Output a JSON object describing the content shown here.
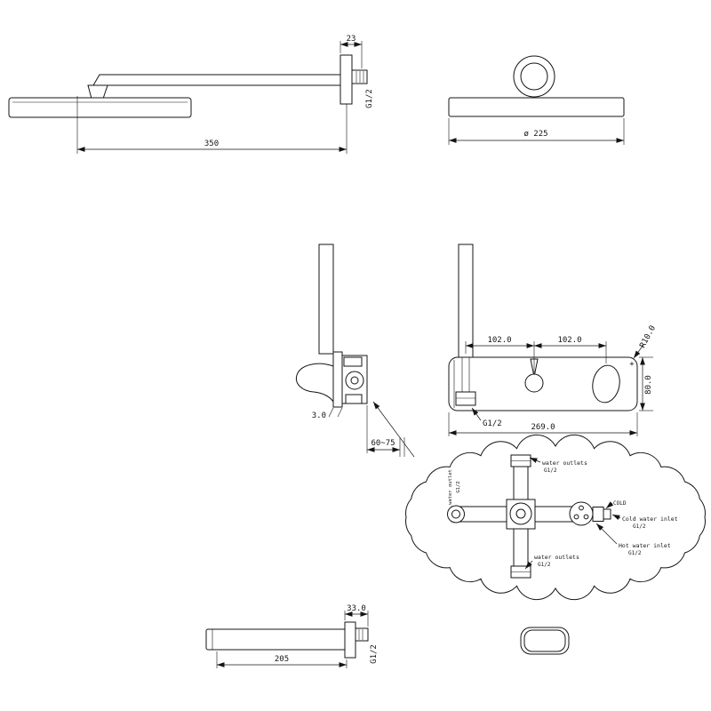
{
  "arm_view": {
    "dim_offset": "23",
    "thread": "G1/2",
    "dim_length": "350"
  },
  "head_view": {
    "dim_diameter": "ø 225"
  },
  "mixer_view": {
    "dim_plate_thickness": "3.0",
    "dim_install_depth": "60~75"
  },
  "trim_view": {
    "dim_pipe_to_center": "102.0",
    "dim_center_to_handle": "102.0",
    "corner_radius": "R10.0",
    "dim_height": "80.0",
    "thread": "G1/2",
    "dim_width": "269.0",
    "plus_mark": "+"
  },
  "valve_detail": {
    "top_outlet_label": "water outlets",
    "top_outlet_thread": "G1/2",
    "cold_tag": "COLD",
    "cold_inlet_label": "Cold water inlet",
    "cold_inlet_thread": "G1/2",
    "hot_inlet_label": "Hot water inlet",
    "hot_inlet_thread": "G1/2",
    "bottom_outlet_label": "water outlets",
    "bottom_outlet_thread": "G1/2",
    "side_outlet_label": "water outlet",
    "side_outlet_thread": "G1/2"
  },
  "spout_view": {
    "dim_offset": "33.0",
    "dim_length": "205",
    "thread": "G1/2"
  }
}
